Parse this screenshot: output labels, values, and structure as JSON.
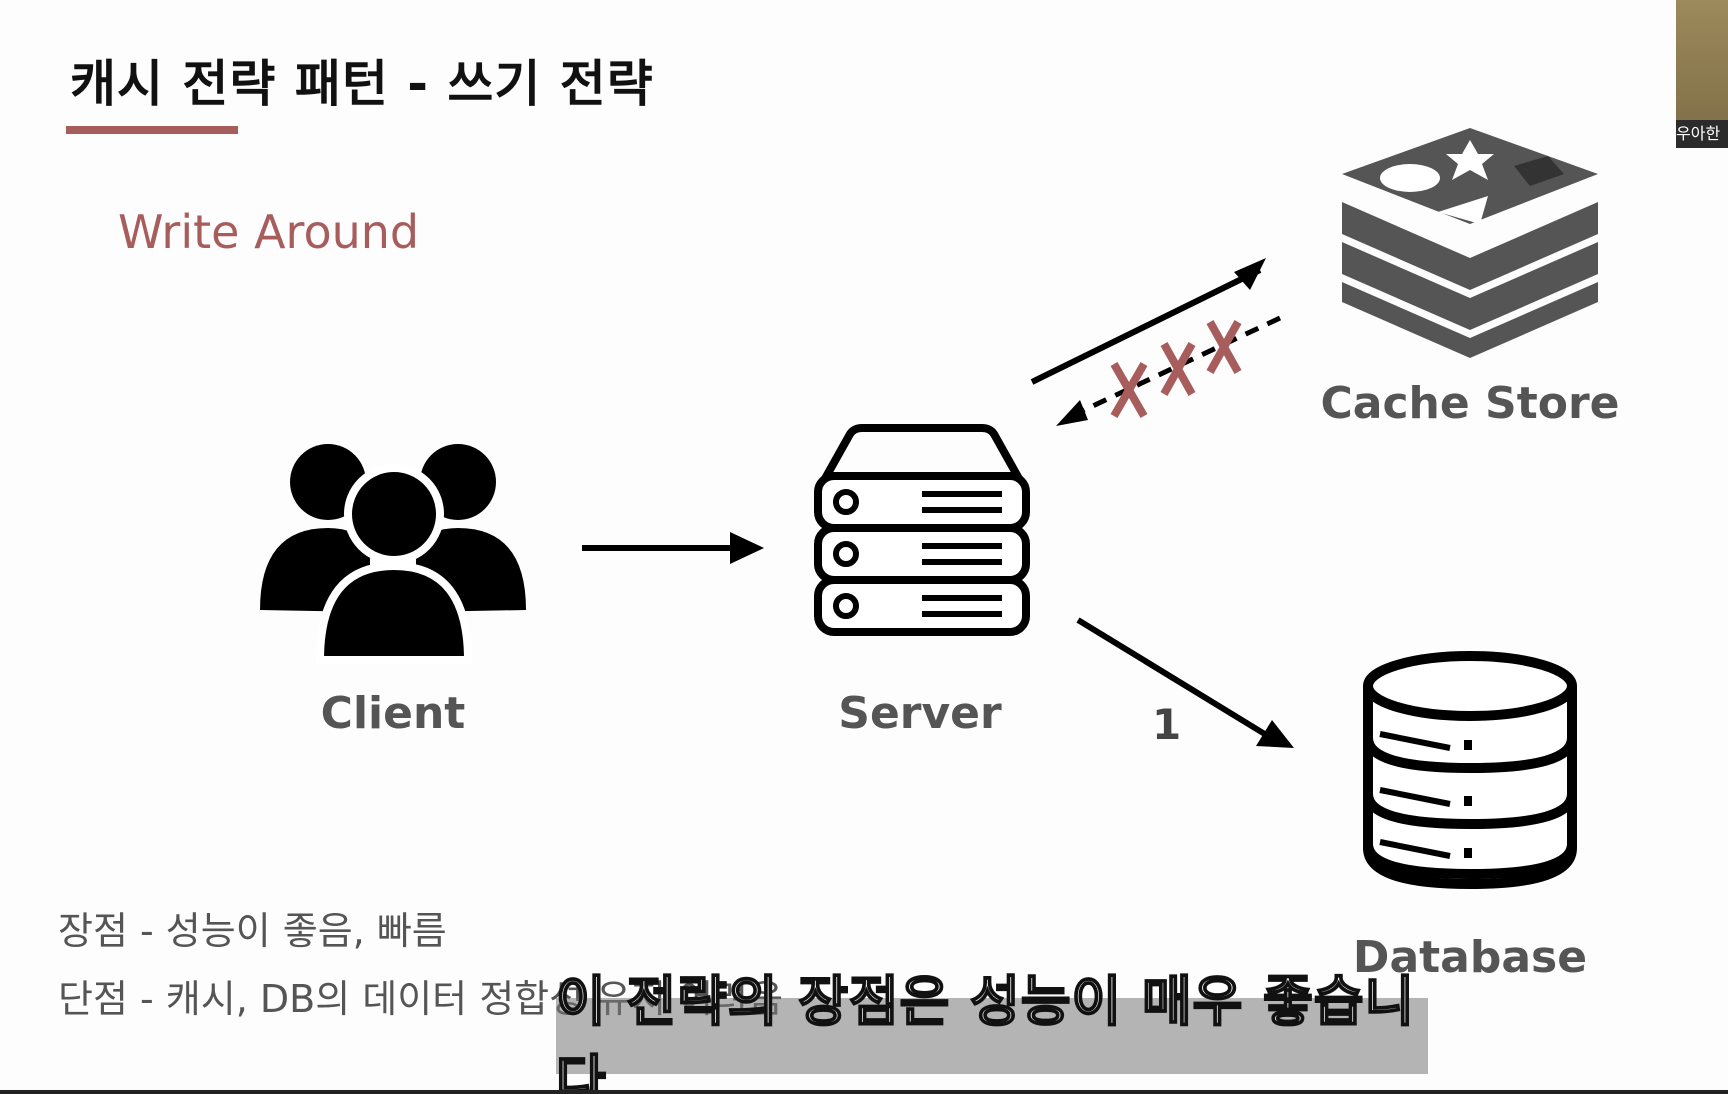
{
  "slide": {
    "title": "캐시 전략 패턴 - 쓰기 전략",
    "subtitle": "Write Around"
  },
  "nodes": {
    "client": "Client",
    "server": "Server",
    "cache": "Cache Store",
    "database": "Database"
  },
  "arrow_label": "1",
  "notes": {
    "pros": "장점 - 성능이 좋음, 빠름",
    "cons": "단점 - 캐시, DB의 데이터 정합성 유지 어려움"
  },
  "caption": "이 전략의 장점은 성능이 매우 좋습니다",
  "webcam": {
    "name": "우아한"
  },
  "colors": {
    "accent": "#a85d5d",
    "label": "#555555",
    "icon": "#000000",
    "cache_icon": "#555555",
    "cross": "#a85d5d"
  }
}
